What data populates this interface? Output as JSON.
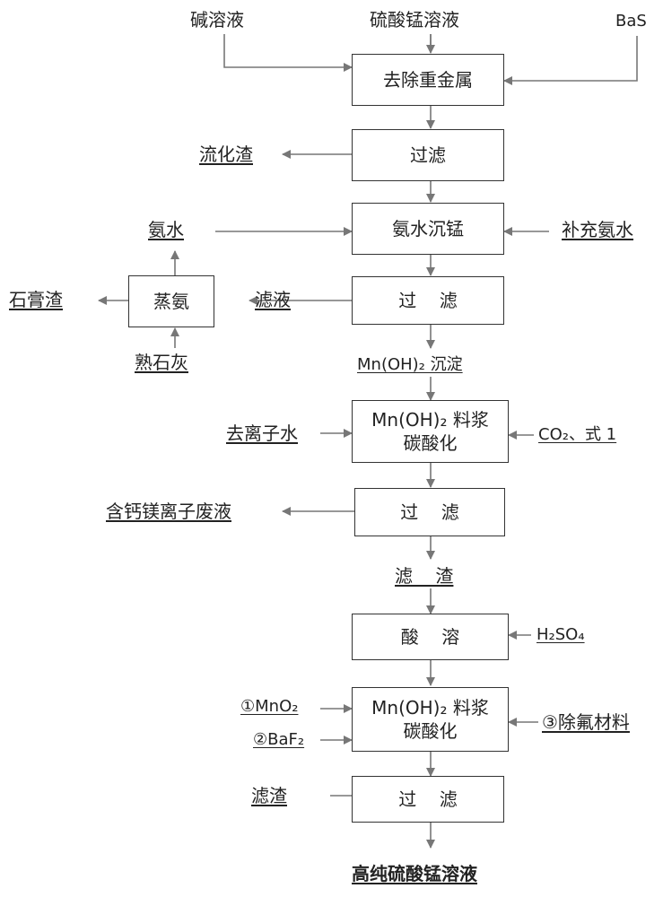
{
  "boxes": {
    "b1": "去除重金属",
    "b2": "过滤",
    "b3": "氨水沉锰",
    "b4": "过    滤",
    "b5_line1": "Mn(OH)₂ 料浆",
    "b5_line2": "碳酸化",
    "b6": "过    滤",
    "b7": "酸    溶",
    "b8_line1": "Mn(OH)₂ 料浆",
    "b8_line2": "碳酸化",
    "b9": "过    滤",
    "zhengan": "蒸氨"
  },
  "labels": {
    "jianrongye": "碱溶液",
    "liusuanmeng": "硫酸锰溶液",
    "bas": "BaS",
    "liuhuazha": "流化渣",
    "anshui": "氨水",
    "buchonganshui": "补充氨水",
    "lvye": "滤液",
    "shigaozha": "石膏渣",
    "shushihui": "熟石灰",
    "mnoh2_chendian": "Mn(OH)₂ 沉淀",
    "qulizishui": "去离子水",
    "co2": "CO₂、式 1",
    "feiye": "含钙镁离子废液",
    "lvzha1": "滤    渣",
    "h2so4": "H₂SO₄",
    "mno2": "①MnO₂",
    "baf2": "②BaF₂",
    "chufu": "③除氟材料",
    "lvzha2": "滤渣",
    "product": "高纯硫酸锰溶液"
  }
}
